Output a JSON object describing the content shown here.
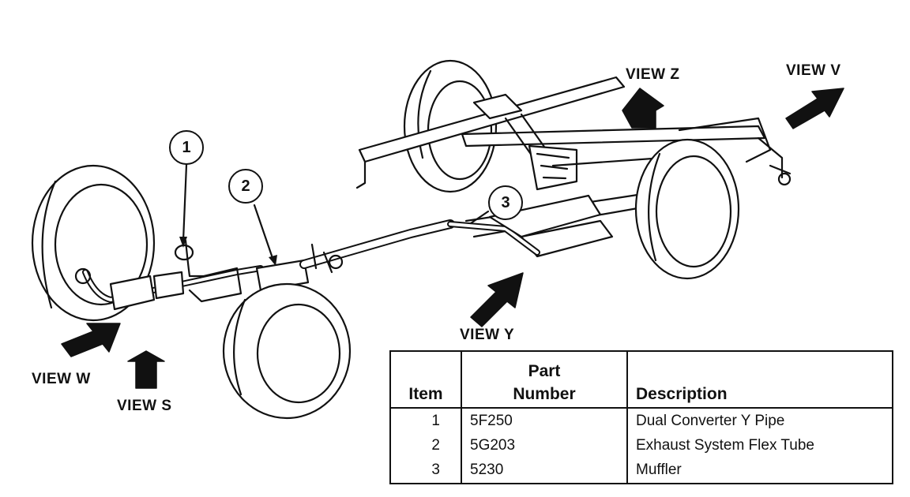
{
  "callouts": [
    "1",
    "2",
    "3"
  ],
  "views": {
    "w": "VIEW W",
    "s": "VIEW S",
    "y": "VIEW Y",
    "z": "VIEW Z",
    "v": "VIEW V"
  },
  "table": {
    "headers": {
      "item": "Item",
      "part_line1": "Part",
      "part_line2": "Number",
      "description": "Description"
    },
    "rows": [
      {
        "item": "1",
        "part": "5F250",
        "description": "Dual Converter Y Pipe"
      },
      {
        "item": "2",
        "part": "5G203",
        "description": "Exhaust System Flex Tube"
      },
      {
        "item": "3",
        "part": "5230",
        "description": "Muffler"
      }
    ]
  }
}
